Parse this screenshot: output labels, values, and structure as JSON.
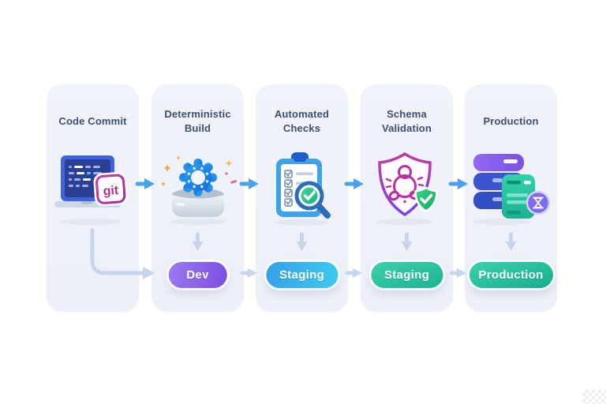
{
  "diagram": {
    "name": "deployment-pipeline",
    "stages": [
      {
        "title": "Code Commit",
        "icon": "laptop-git-icon",
        "badge": "git",
        "environment": null
      },
      {
        "title": "Deterministic Build",
        "icon": "build-gear-box-icon",
        "environment": "Dev"
      },
      {
        "title": "Automated Checks",
        "icon": "checklist-magnifier-icon",
        "environment": "Staging"
      },
      {
        "title": "Schema Validation",
        "icon": "shield-validation-icon",
        "environment": "Staging"
      },
      {
        "title": "Production",
        "icon": "server-stack-icon",
        "environment": "Production"
      }
    ],
    "colors": {
      "card_background": "#eef1f8",
      "title_text": "#3f4e73",
      "flow_arrow_blue": "#4aa2ee",
      "secondary_arrow": "#c9d6ec",
      "pill_dev_gradient": [
        "#9b79f2",
        "#7a4fe0"
      ],
      "pill_staging_blue_gradient": [
        "#35a0e8",
        "#3fcaf0"
      ],
      "pill_teal_gradient": [
        "#3ad2ac",
        "#1cb392"
      ],
      "pill_text": "#ffffff",
      "git_badge": "#b82d92",
      "gear_blue": [
        "#2ea1f5",
        "#0d6bd8"
      ],
      "shield_outline": [
        "#c33a9e",
        "#7d3ff0"
      ],
      "check_green": [
        "#3ad584",
        "#12a862"
      ]
    }
  }
}
